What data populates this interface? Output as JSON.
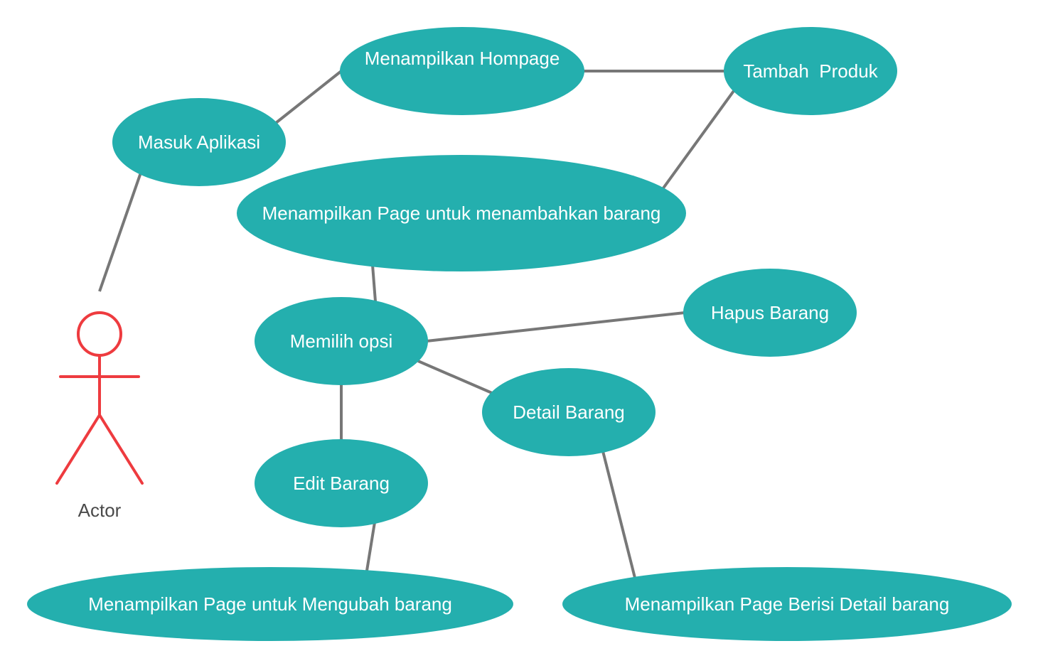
{
  "colors": {
    "usecase_fill": "#24AFAE",
    "connector": "#777777",
    "actor_stroke": "#EE3B3F",
    "usecase_text": "#FFFFFF",
    "actor_text": "#4A4A4A"
  },
  "actor": {
    "label": "Actor"
  },
  "use_cases": {
    "masuk_aplikasi": "Masuk Aplikasi",
    "menampilkan_hompage": "Menampilkan Hompage",
    "tambah_produk": "Tambah  Produk",
    "page_menambahkan": "Menampilkan Page untuk menambahkan barang",
    "memilih_opsi": "Memilih opsi",
    "hapus_barang": "Hapus Barang",
    "detail_barang": "Detail Barang",
    "edit_barang": "Edit Barang",
    "page_mengubah": "Menampilkan Page untuk Mengubah barang",
    "page_detail": "Menampilkan Page Berisi Detail barang"
  }
}
